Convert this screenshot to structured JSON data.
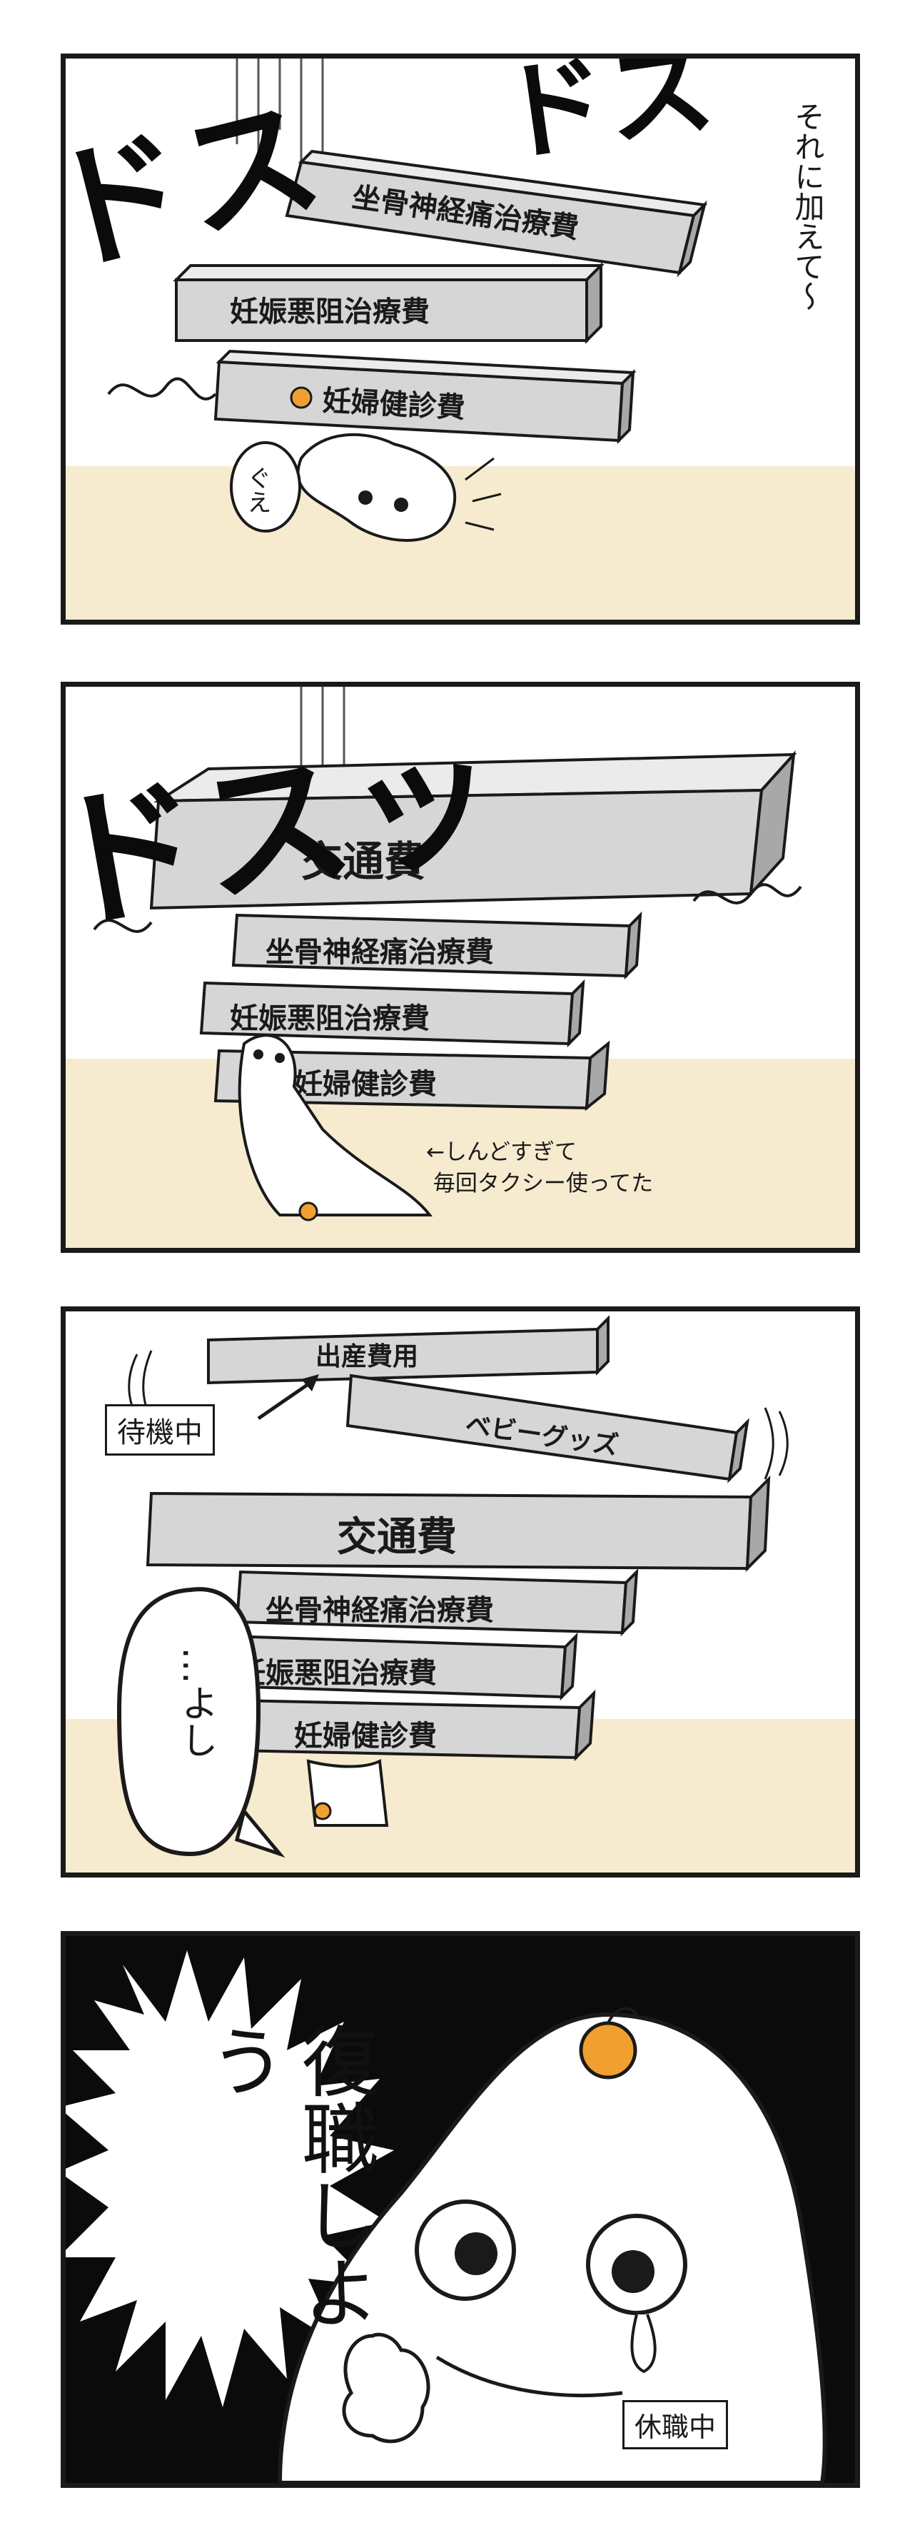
{
  "palette": {
    "ink": "#1a1a1a",
    "floor": "#f7ebcf",
    "slab": "#d6d6d6",
    "slab_side": "#a8a8a8",
    "orange": "#f0a030",
    "panel4_bg": "#0b0b0b"
  },
  "panel1": {
    "narration": "それに加えて〜",
    "sfx_left": "ドス",
    "sfx_right": "ドス",
    "slabs": [
      "坐骨神経痛治療費",
      "妊娠悪阻治療費",
      "妊婦健診費"
    ],
    "bubble": "ぐえ"
  },
  "panel2": {
    "sfx": "ドスッ",
    "slabs": [
      "交通費",
      "坐骨神経痛治療費",
      "妊娠悪阻治療費",
      "妊婦健診費"
    ],
    "note": "←しんどすぎて\n 毎回タクシー使ってた"
  },
  "panel3": {
    "slabs": [
      "出産費用",
      "ベビーグッズ",
      "交通費",
      "坐骨神経痛治療費",
      "妊娠悪阻治療費",
      "妊婦健診費"
    ],
    "label": "待機中",
    "bubble": "…よし"
  },
  "panel4": {
    "shout": "復職しよう",
    "label": "休職中"
  }
}
